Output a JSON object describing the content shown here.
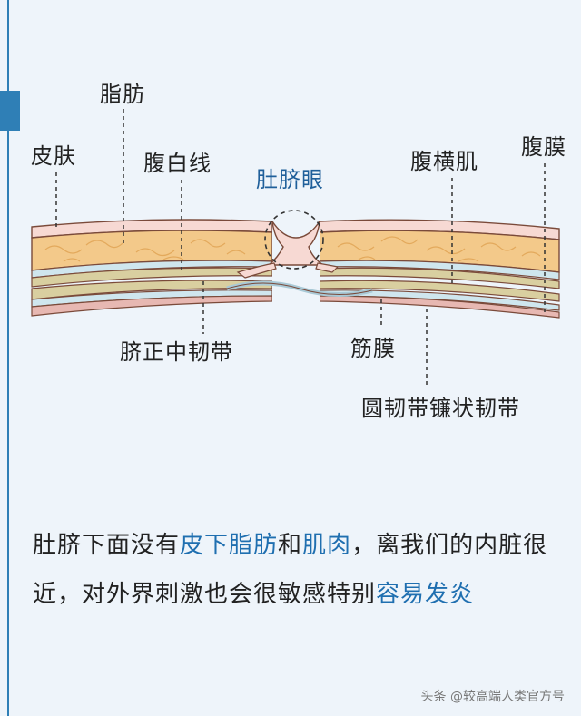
{
  "labels": {
    "fat": "脂肪",
    "skin": "皮肤",
    "linea_alba": "腹白线",
    "navel": "肚脐眼",
    "transversus": "腹横肌",
    "peritoneum": "腹膜",
    "median_umbilical_ligament": "脐正中韧带",
    "fascia": "筋膜",
    "round_falciform_ligament": "圆韧带镰状韧带"
  },
  "caption": {
    "p1": "肚脐下面没有",
    "h1": "皮下脂肪",
    "p2": "和",
    "h2": "肌肉",
    "p3": "，离我们的内脏很近，对外界刺激也会很敏感特别",
    "h3": "容易发炎"
  },
  "watermark": "头条 @较高端人类官方号",
  "colors": {
    "frame": "#2f7fb6",
    "accent_text": "#1f6fb0",
    "skin": "#f7d9d3",
    "fat": "#f3c98a",
    "fascia_blue": "#cfe6ee",
    "muscle": "#d9cfa0",
    "peritoneum": "#e7b8b2"
  }
}
